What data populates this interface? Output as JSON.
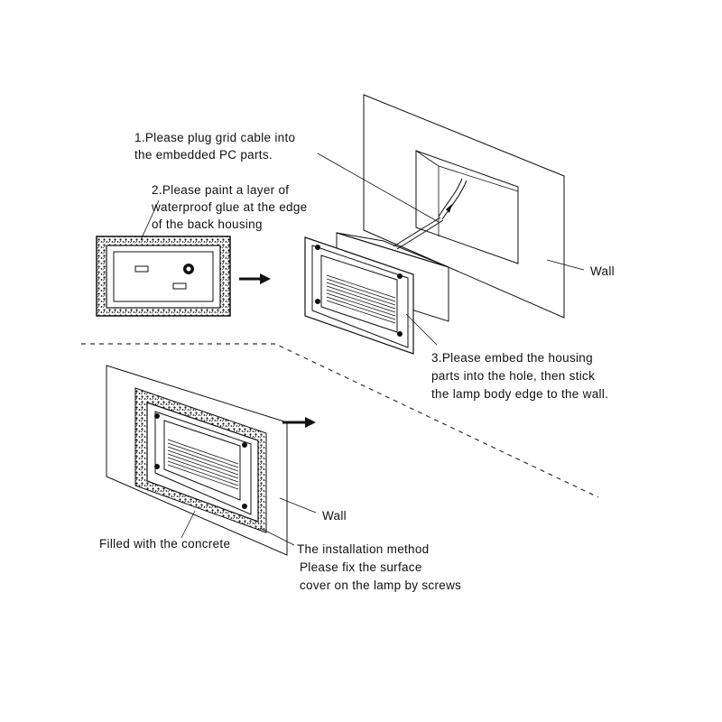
{
  "step1": {
    "lines": [
      "1.Please plug grid cable into",
      "the embedded PC parts."
    ]
  },
  "step2": {
    "lines": [
      "2.Please paint a layer of",
      "waterproof glue at the edge",
      "of the back housing"
    ]
  },
  "step3": {
    "lines": [
      "3.Please embed the housing",
      "parts into the hole, then stick",
      "the lamp body edge to the wall."
    ]
  },
  "wall_label_top": "Wall",
  "wall_label_bottom": "Wall",
  "concrete_label": "Filled with the concrete",
  "method": {
    "lines": [
      "The installation method",
      "Please fix the surface",
      "cover on the lamp by screws"
    ]
  },
  "colors": {
    "ink": "#111111",
    "background": "#ffffff"
  }
}
